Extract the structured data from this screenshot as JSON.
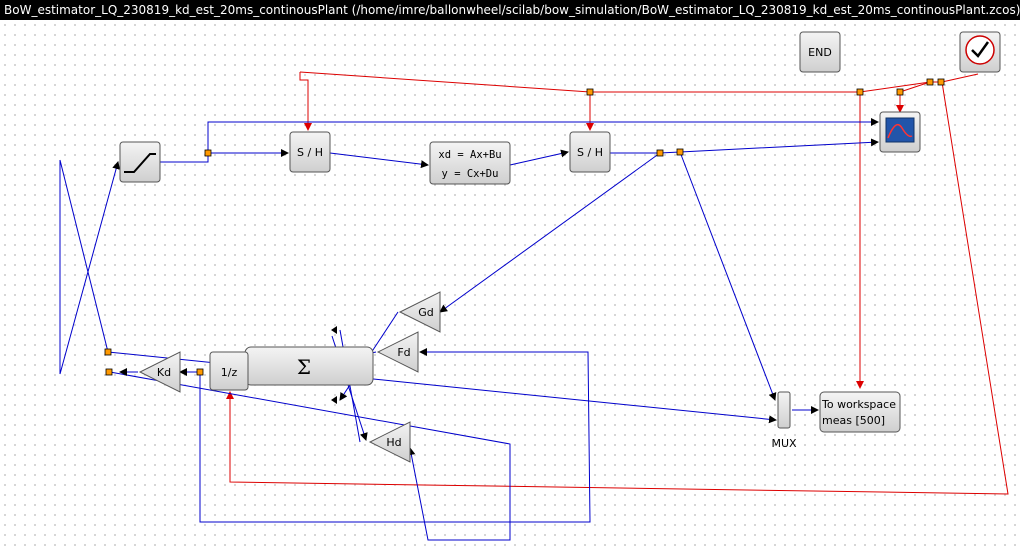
{
  "window": {
    "title": "BoW_estimator_LQ_230819_kd_est_20ms_continousPlant (/home/imre/ballonwheel/scilab/bow_simulation/BoW_estimator_LQ_230819_kd_est_20ms_continousPlant.zcos) - Xcos"
  },
  "blocks": {
    "end": "END",
    "sample_hold_1": "S / H",
    "sample_hold_2": "S / H",
    "state_space": {
      "line1": "xd  =  Ax+Bu",
      "line2": "y  =  Cx+Du"
    },
    "gain_gd": "Gd",
    "gain_fd": "Fd",
    "gain_hd": "Hd",
    "gain_kd": "Kd",
    "delay": "1/z",
    "sum": "Σ",
    "mux": "MUX",
    "to_workspace": {
      "line1": "To workspace",
      "line2": "meas [500]"
    }
  },
  "colors": {
    "signal_link": "#0000cc",
    "event_link": "#dd0000",
    "split_point": "#ff9900"
  },
  "icons": [
    "ramp-icon",
    "scope-icon",
    "clock-icon",
    "sum-icon"
  ]
}
